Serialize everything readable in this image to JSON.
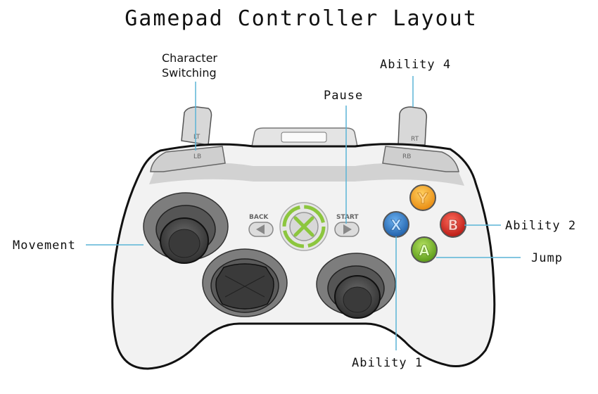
{
  "title": "Gamepad Controller Layout",
  "labels": {
    "character_switching_line1": "Character",
    "character_switching_line2": "Switching",
    "ability4": "Ability 4",
    "pause": "Pause",
    "movement": "Movement",
    "ability2": "Ability 2",
    "jump": "Jump",
    "ability1": "Ability 1"
  },
  "controller": {
    "lt": "LT",
    "rt": "RT",
    "lb": "LB",
    "rb": "RB",
    "back": "BACK",
    "start": "START",
    "y": "Y",
    "x": "X",
    "b": "B",
    "a": "A"
  },
  "colors": {
    "line": "#5ab4d6",
    "y": "#f0a020",
    "x": "#2a7cc8",
    "b": "#d8322a",
    "a": "#7cb82a",
    "guide": "#8cc63e"
  }
}
